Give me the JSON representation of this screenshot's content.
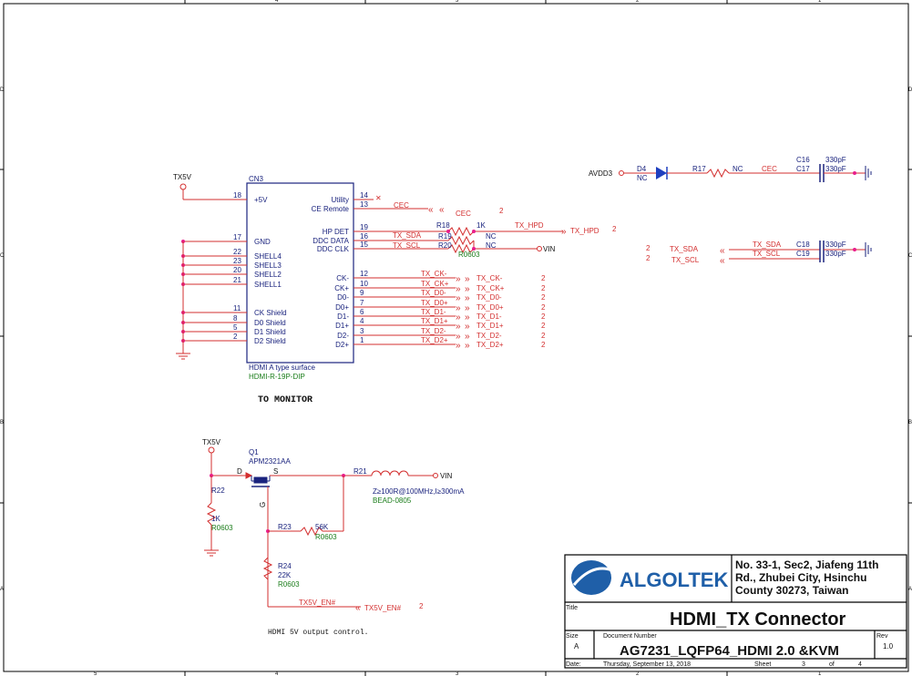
{
  "colors": {
    "wire": "#d32f2f",
    "text": "#1a237e",
    "part": "#1b7d1b",
    "frame": "#000000",
    "node": "#e91e8c",
    "logo": "#1f5fa8"
  },
  "border": {
    "top_nums": [
      "4",
      "3",
      "2",
      "1"
    ],
    "bottom_nums": [
      "5",
      "4",
      "3",
      "2",
      "1"
    ],
    "left_letters": [
      "D",
      "C",
      "B",
      "A"
    ],
    "right_letters": [
      "D",
      "C",
      "B",
      "A"
    ]
  },
  "connector": {
    "ref": "CN3",
    "net_tx5v": "TX5V",
    "part1": "HDMI A type surface",
    "part2": "HDMI-R-19P-DIP",
    "caption": "TO MONITOR",
    "left_pins": [
      {
        "num": "18",
        "name": "+5V"
      },
      {
        "num": "17",
        "name": "GND"
      },
      {
        "num": "22",
        "name": "SHELL4"
      },
      {
        "num": "23",
        "name": "SHELL3"
      },
      {
        "num": "20",
        "name": "SHELL2"
      },
      {
        "num": "21",
        "name": "SHELL1"
      },
      {
        "num": "11",
        "name": "CK Shield"
      },
      {
        "num": "8",
        "name": "D0 Shield"
      },
      {
        "num": "5",
        "name": "D1 Shield"
      },
      {
        "num": "2",
        "name": "D2 Shield"
      }
    ],
    "right_pins": [
      {
        "num": "14",
        "name": "Utility"
      },
      {
        "num": "13",
        "name": "CE Remote"
      },
      {
        "num": "19",
        "name": "HP DET"
      },
      {
        "num": "16",
        "name": "DDC DATA"
      },
      {
        "num": "15",
        "name": "DDC CLK"
      },
      {
        "num": "12",
        "name": "CK-"
      },
      {
        "num": "10",
        "name": "CK+"
      },
      {
        "num": "9",
        "name": "D0-"
      },
      {
        "num": "7",
        "name": "D0+"
      },
      {
        "num": "6",
        "name": "D1-"
      },
      {
        "num": "4",
        "name": "D1+"
      },
      {
        "num": "3",
        "name": "D2-"
      },
      {
        "num": "1",
        "name": "D2+"
      }
    ]
  },
  "nets": {
    "cec": "CEC",
    "cec_port": "CEC",
    "cec_sheet": "2",
    "tx_hpd": "TX_HPD",
    "tx_hpd_port": "TX_HPD",
    "tx_hpd_sheet": "2",
    "tx_sda": "TX_SDA",
    "tx_scl": "TX_SCL",
    "pairs": [
      {
        "net": "TX_CK-",
        "port": "TX_CK-",
        "sheet": "2"
      },
      {
        "net": "TX_CK+",
        "port": "TX_CK+",
        "sheet": "2"
      },
      {
        "net": "TX_D0-",
        "port": "TX_D0-",
        "sheet": "2"
      },
      {
        "net": "TX_D0+",
        "port": "TX_D0+",
        "sheet": "2"
      },
      {
        "net": "TX_D1-",
        "port": "TX_D1-",
        "sheet": "2"
      },
      {
        "net": "TX_D1+",
        "port": "TX_D1+",
        "sheet": "2"
      },
      {
        "net": "TX_D2-",
        "port": "TX_D2-",
        "sheet": "2"
      },
      {
        "net": "TX_D2+",
        "port": "TX_D2+",
        "sheet": "2"
      }
    ]
  },
  "resistors_hpd": {
    "r18": "R18",
    "r18_val": "1K",
    "r19": "R19",
    "r19_val": "NC",
    "r20": "R20",
    "r20_val": "NC",
    "pkg": "R0603",
    "vin": "VIN"
  },
  "esd": {
    "avdd": "AVDD3",
    "d4": "D4",
    "d4_val": "NC",
    "r17": "R17",
    "r17_val": "NC",
    "cec": "CEC",
    "c16": "C16",
    "c17": "C17",
    "cval": "330pF",
    "sheet_sda": "2",
    "sheet_scl": "2",
    "port_sda": "TX_SDA",
    "port_scl": "TX_SCL",
    "net_sda": "TX_SDA",
    "net_scl": "TX_SCL",
    "c18": "C18",
    "c19": "C19"
  },
  "power": {
    "tx5v": "TX5V",
    "q1": "Q1",
    "q1_part": "APM2321AA",
    "d": "D",
    "s": "S",
    "g": "G",
    "r21": "R21",
    "vin": "VIN",
    "bead_spec": "Z≥100R@100MHz,I≥300mA",
    "bead_pkg": "BEAD-0805",
    "r22": "R22",
    "r22_val": "1K",
    "r22_pkg": "R0603",
    "r23": "R23",
    "r23_val": "56K",
    "r23_pkg": "R0603",
    "r24": "R24",
    "r24_val": "22K",
    "r24_pkg": "R0603",
    "en_net": "TX5V_EN#",
    "en_port": "TX5V_EN#",
    "en_sheet": "2",
    "note": "HDMI 5V output control."
  },
  "title_block": {
    "company": "ALGOLTEK",
    "address": [
      "No. 33-1, Sec2, Jiafeng 11th",
      "Rd., Zhubei City, Hsinchu",
      "County 30273, Taiwan"
    ],
    "title_label": "Title",
    "title": "HDMI_TX Connector",
    "size_label": "Size",
    "size": "A",
    "docnum_label": "Document Number",
    "docnum": "AG7231_LQFP64_HDMI 2.0 &KVM",
    "rev_label": "Rev",
    "rev": "1.0",
    "date_label": "Date:",
    "date": "Thursday, September 13, 2018",
    "sheet_label": "Sheet",
    "sheet": "3",
    "of_label": "of",
    "sheets": "4"
  }
}
